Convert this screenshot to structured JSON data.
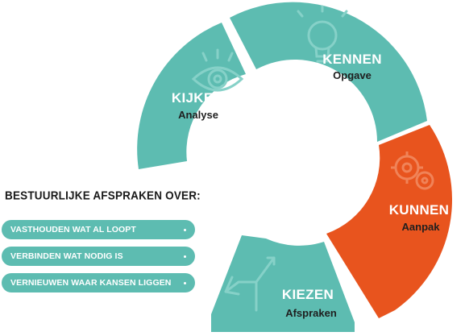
{
  "colors": {
    "teal": "#5dbcb1",
    "orange": "#e8541e",
    "icon_line": "#86d1c8",
    "icon_line_orange": "#f08358"
  },
  "segments": [
    {
      "title": "KENNEN",
      "subtitle": "Opgave",
      "color": "#5dbcb1",
      "icon": "lightbulb-icon"
    },
    {
      "title": "KUNNEN",
      "subtitle": "Aanpak",
      "color": "#e8541e",
      "icon": "gears-icon"
    },
    {
      "title": "KIEZEN",
      "subtitle": "Afspraken",
      "color": "#5dbcb1",
      "icon": "split-arrows-icon"
    },
    {
      "title": "KIJKEN",
      "subtitle": "Analyse",
      "color": "#5dbcb1",
      "icon": "eye-icon"
    }
  ],
  "agreements": {
    "heading": "BESTUURLIJKE AFSPRAKEN OVER:",
    "items": [
      "VASTHOUDEN WAT AL LOOPT",
      "VERBINDEN WAT NODIG IS",
      "VERNIEUWEN WAAR KANSEN LIGGEN"
    ]
  }
}
